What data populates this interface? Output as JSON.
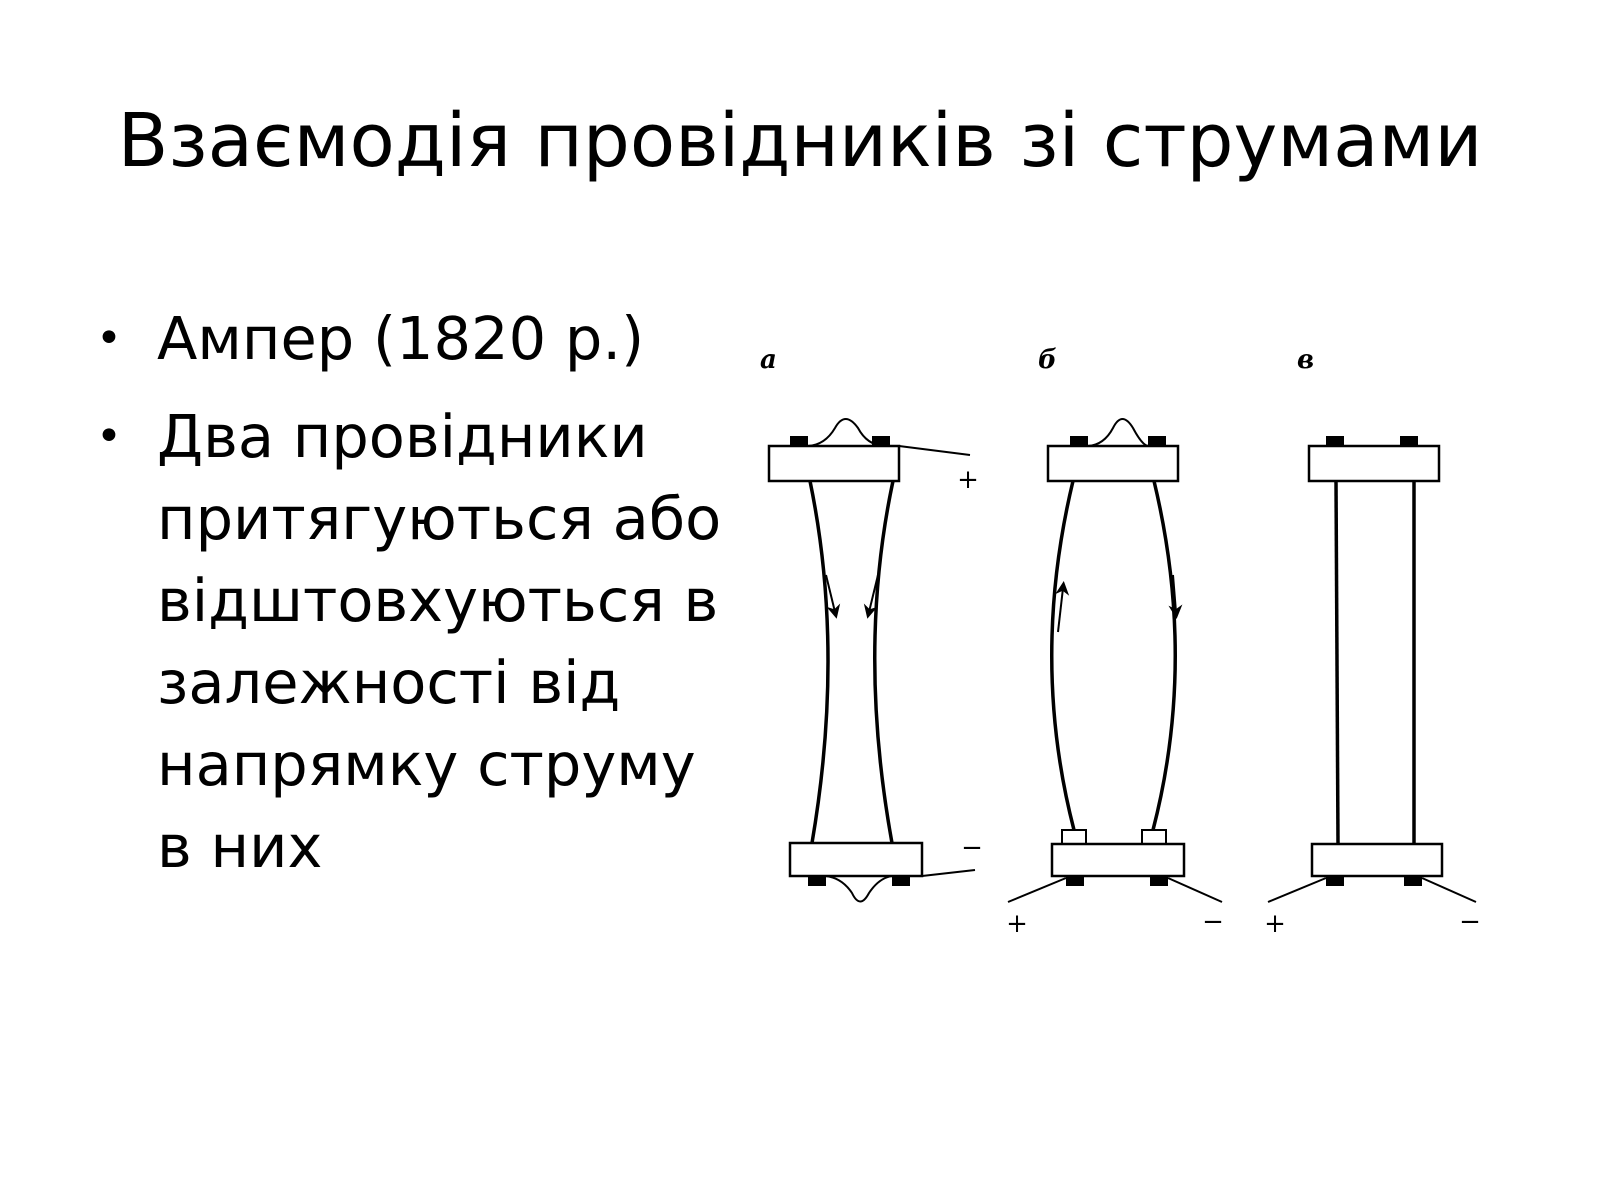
{
  "title": "Взаємодія провідників зі струмами",
  "bullets": [
    {
      "text": "Ампер (1820 р.)"
    },
    {
      "text": "Два провідники притягуються або відштовхуються в залежності від напрямку струму в них"
    }
  ],
  "diagram": {
    "panels": [
      {
        "label": "а",
        "top_terminal": "+",
        "bottom_terminal": "−"
      },
      {
        "label": "б",
        "left_terminal": "+",
        "right_terminal": "−"
      },
      {
        "label": "в",
        "left_terminal": "+",
        "right_terminal": "−"
      }
    ]
  }
}
